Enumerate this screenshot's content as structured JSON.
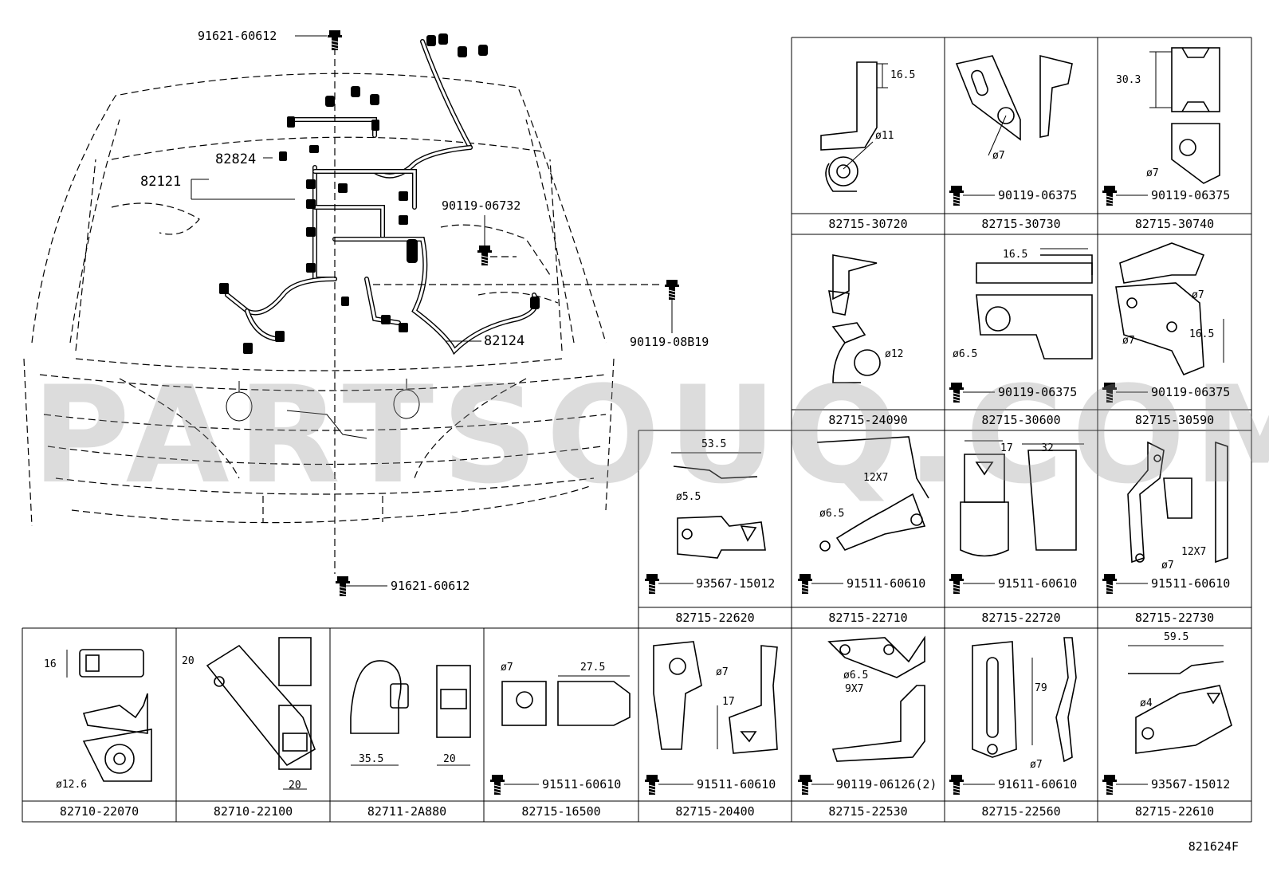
{
  "watermark": "PARTSOUQ.COM",
  "diagram_ref": "821624F",
  "main_labels": {
    "bolt_top": "91621-60612",
    "bolt_bottom": "91621-60612",
    "harness_engine": "82121",
    "clamp_82824": "82824",
    "bolt_90119_06732": "90119-06732",
    "bolt_90119_08b19": "90119-08B19",
    "harness_82124": "82124"
  },
  "cells": [
    {
      "part": "82715-30720",
      "dims": [
        "16.5",
        "ø11"
      ],
      "bolt": ""
    },
    {
      "part": "82715-30730",
      "dims": [
        "ø7"
      ],
      "bolt": "90119-06375"
    },
    {
      "part": "82715-30740",
      "dims": [
        "30.3",
        "ø7"
      ],
      "bolt": "90119-06375"
    },
    {
      "part": "82715-24090",
      "dims": [
        "ø12"
      ],
      "bolt": ""
    },
    {
      "part": "82715-30600",
      "dims": [
        "16.5",
        "ø6.5"
      ],
      "bolt": "90119-06375"
    },
    {
      "part": "82715-30590",
      "dims": [
        "ø7",
        "ø7",
        "16.5"
      ],
      "bolt": "90119-06375"
    },
    {
      "part": "82715-22620",
      "dims": [
        "53.5",
        "ø5.5"
      ],
      "bolt": "93567-15012"
    },
    {
      "part": "82715-22710",
      "dims": [
        "12X7",
        "ø6.5"
      ],
      "bolt": "91511-60610"
    },
    {
      "part": "82715-22720",
      "dims": [
        "17",
        "32"
      ],
      "bolt": "91511-60610"
    },
    {
      "part": "82715-22730",
      "dims": [
        "12X7",
        "ø7"
      ],
      "bolt": "91511-60610"
    },
    {
      "part": "82710-22070",
      "dims": [
        "16",
        "ø12.6"
      ],
      "bolt": ""
    },
    {
      "part": "82710-22100",
      "dims": [
        "20",
        "20"
      ],
      "bolt": ""
    },
    {
      "part": "82711-2A880",
      "dims": [
        "35.5",
        "20"
      ],
      "bolt": ""
    },
    {
      "part": "82715-16500",
      "dims": [
        "ø7",
        "27.5"
      ],
      "bolt": "91511-60610"
    },
    {
      "part": "82715-20400",
      "dims": [
        "ø7",
        "17"
      ],
      "bolt": "91511-60610"
    },
    {
      "part": "82715-22530",
      "dims": [
        "ø6.5",
        "9X7"
      ],
      "bolt": "90119-06126(2)"
    },
    {
      "part": "82715-22560",
      "dims": [
        "79",
        "ø7"
      ],
      "bolt": "91611-60610"
    },
    {
      "part": "82715-22610",
      "dims": [
        "59.5",
        "ø4"
      ],
      "bolt": "93567-15012"
    }
  ]
}
